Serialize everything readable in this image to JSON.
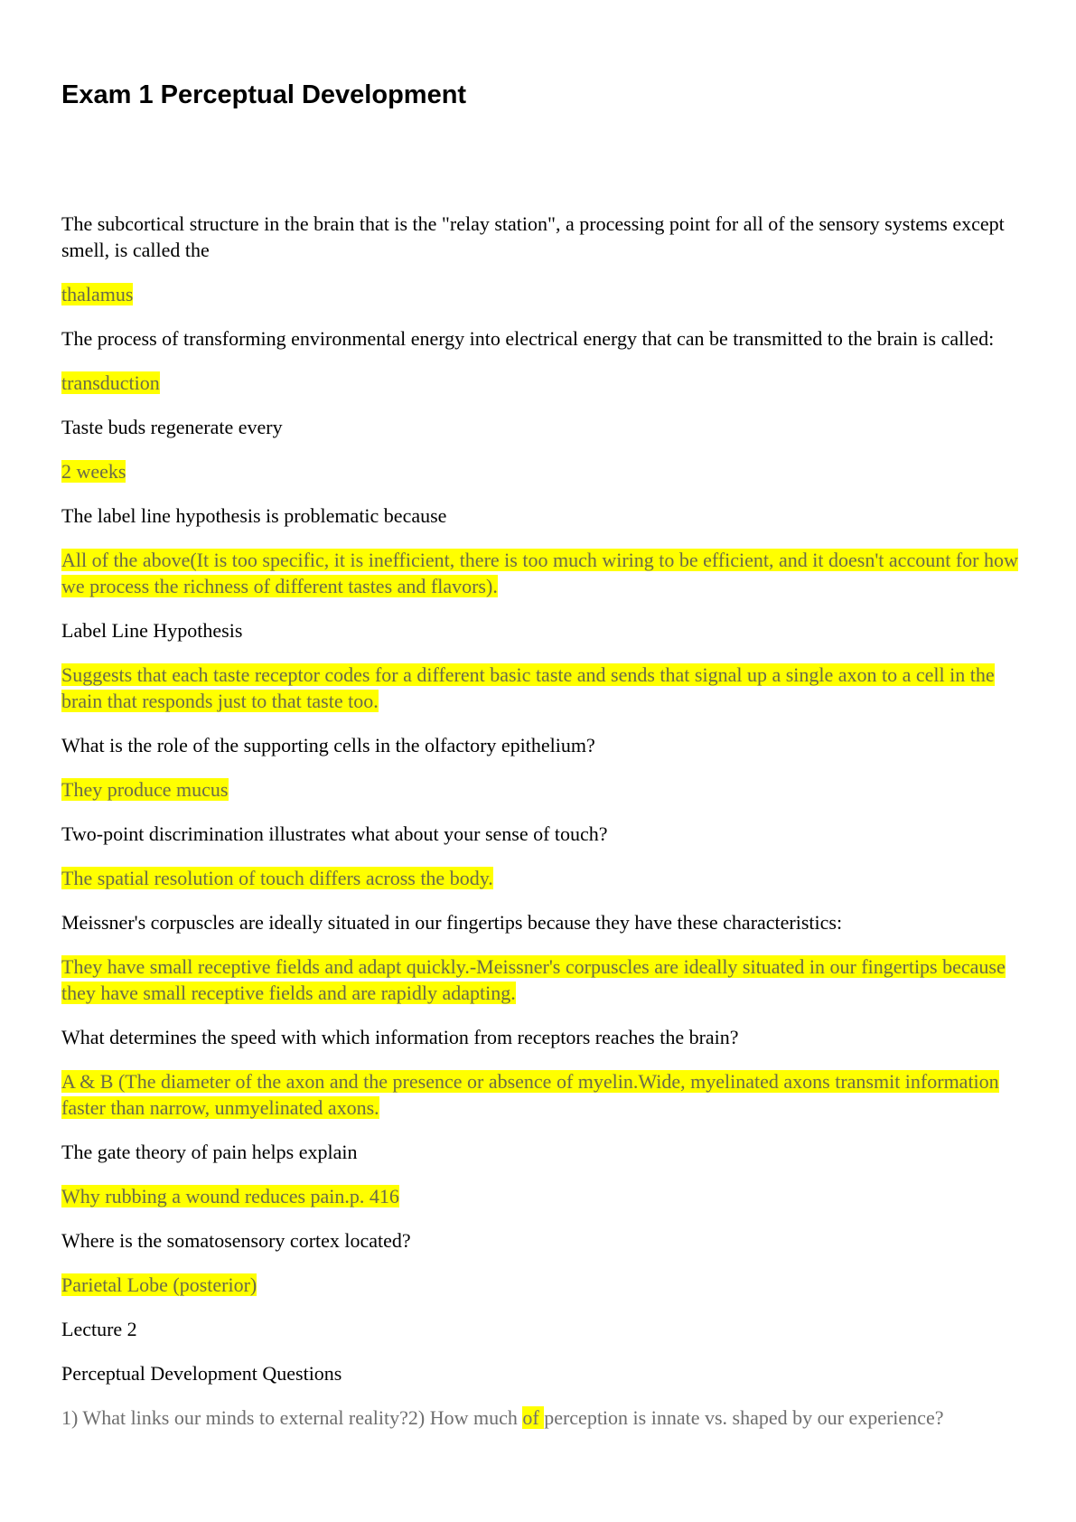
{
  "title": "Exam 1 Perceptual Development",
  "colors": {
    "highlight": "#ffff00",
    "answer_text": "#6b6b4a",
    "gray_text": "#6e6e6e"
  },
  "items": [
    {
      "q": "The subcortical structure in the brain that is the \"relay station\", a processing point for all of the sensory systems except smell, is called the",
      "a": "thalamus"
    },
    {
      "q": "The process of transforming environmental energy into electrical energy that can be transmitted to the brain is called:",
      "a": "transduction"
    },
    {
      "q": "Taste buds regenerate every",
      "a": "2 weeks"
    },
    {
      "q": "The label line hypothesis is problematic because",
      "a": "All of the above(It is too specific, it is inefficient, there is too much wiring to be efficient, and  it doesn't account for how we process the richness of different tastes and flavors)."
    },
    {
      "q": "Label Line Hypothesis",
      "a": "Suggests that each taste receptor codes for a different basic taste and sends that signal up a single axon to a cell in the brain that responds just to that taste too. "
    },
    {
      "q": "What is the role of the supporting cells in the olfactory epithelium?",
      "a": "They produce mucus"
    },
    {
      "q": "Two-point discrimination illustrates what about your sense of touch?",
      "a": "The spatial resolution of touch differs across the body. "
    },
    {
      "q": "Meissner's corpuscles are ideally situated in our fingertips because they have these characteristics:",
      "a": "They have small receptive fields and adapt quickly.-Meissner's corpuscles are ideally situated in our fingertips because they have small receptive fields and are rapidly adapting. "
    },
    {
      "q": "What determines the speed with which information from receptors reaches the brain?",
      "a": "A & B (The diameter of the axon and the presence or absence of myelin.Wide, myelinated axons transmit information faster than narrow, unmyelinated axons. "
    },
    {
      "q": "The gate theory of pain helps explain",
      "a": "Why rubbing a wound reduces pain.p. 416"
    },
    {
      "q": "Where is the somatosensory cortex located?",
      "a": "Parietal Lobe (posterior)"
    }
  ],
  "lecture_heading": "Lecture 2",
  "section_heading": "Perceptual Development Questions",
  "final_line": {
    "before": "1) What links our minds to external reality?2) How much ",
    "highlighted": "of ",
    "after": "perception is innate vs. shaped by our experience?"
  }
}
